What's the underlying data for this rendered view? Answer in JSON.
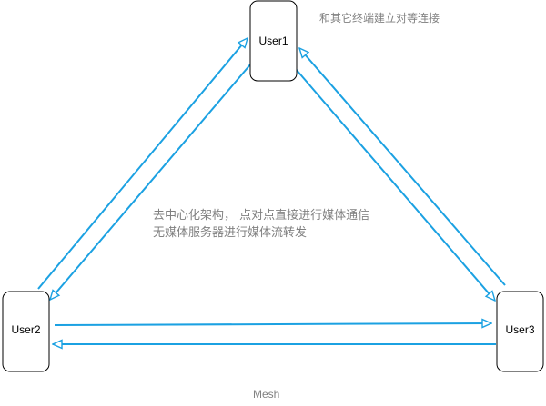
{
  "colors": {
    "edge": "#1ba1e2",
    "node_border": "#000000",
    "note_text": "#808080"
  },
  "nodes": [
    {
      "id": "user1",
      "label": "User1"
    },
    {
      "id": "user2",
      "label": "User2"
    },
    {
      "id": "user3",
      "label": "User3"
    }
  ],
  "edges": [
    {
      "from": "user2",
      "to": "user1"
    },
    {
      "from": "user1",
      "to": "user2"
    },
    {
      "from": "user3",
      "to": "user1"
    },
    {
      "from": "user1",
      "to": "user3"
    },
    {
      "from": "user2",
      "to": "user3"
    },
    {
      "from": "user3",
      "to": "user2"
    }
  ],
  "notes": {
    "top": "和其它终端建立对等连接",
    "center_line1": "去中心化架构， 点对点直接进行媒体通信",
    "center_line2": "无媒体服务器进行媒体流转发"
  },
  "caption": "Mesh"
}
